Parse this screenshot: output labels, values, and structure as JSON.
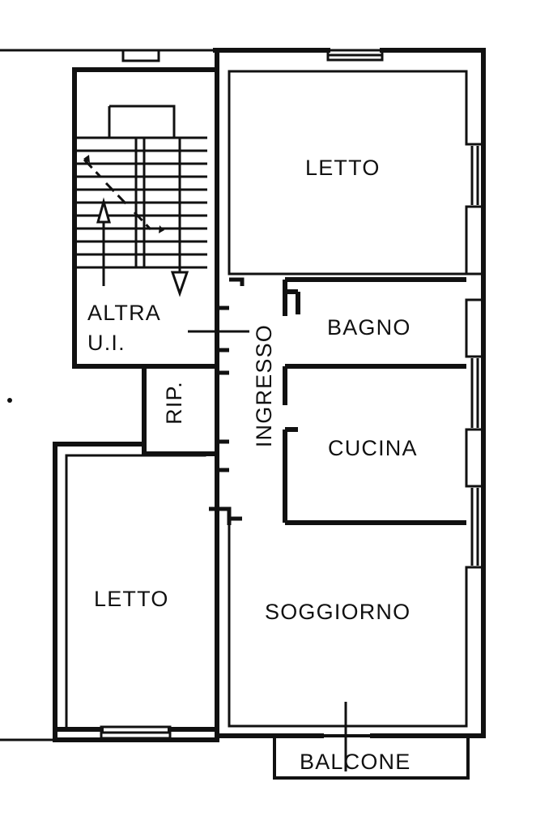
{
  "document": {
    "type": "architectural-floor-plan",
    "language": "it",
    "background_color": "#ffffff",
    "line_color": "#111111"
  },
  "rooms": [
    {
      "id": "letto-top",
      "label": "LETTO",
      "orientation": "horizontal"
    },
    {
      "id": "bagno",
      "label": "BAGNO",
      "orientation": "horizontal"
    },
    {
      "id": "cucina",
      "label": "CUCINA",
      "orientation": "horizontal"
    },
    {
      "id": "soggiorno",
      "label": "SOGGIORNO",
      "orientation": "horizontal"
    },
    {
      "id": "letto-bot",
      "label": "LETTO",
      "orientation": "horizontal"
    },
    {
      "id": "balcone",
      "label": "BALCONE",
      "orientation": "horizontal"
    },
    {
      "id": "ingresso",
      "label": "INGRESSO",
      "orientation": "vertical-ccw"
    },
    {
      "id": "rip",
      "label": "RIP.",
      "orientation": "vertical-ccw"
    }
  ],
  "annotations": {
    "altra_line1": "ALTRA",
    "altra_line2": "U.I."
  },
  "features": {
    "staircase": {
      "name": "stairs",
      "tread_count_left": 10,
      "tread_count_right": 10,
      "has_break_line": true,
      "arrows": [
        "up-arrow",
        "down-arrow"
      ]
    },
    "windows_right_wall": 5,
    "windows_top_wall": 1,
    "windows_bottom_wall": 1,
    "balcony_present": true
  }
}
